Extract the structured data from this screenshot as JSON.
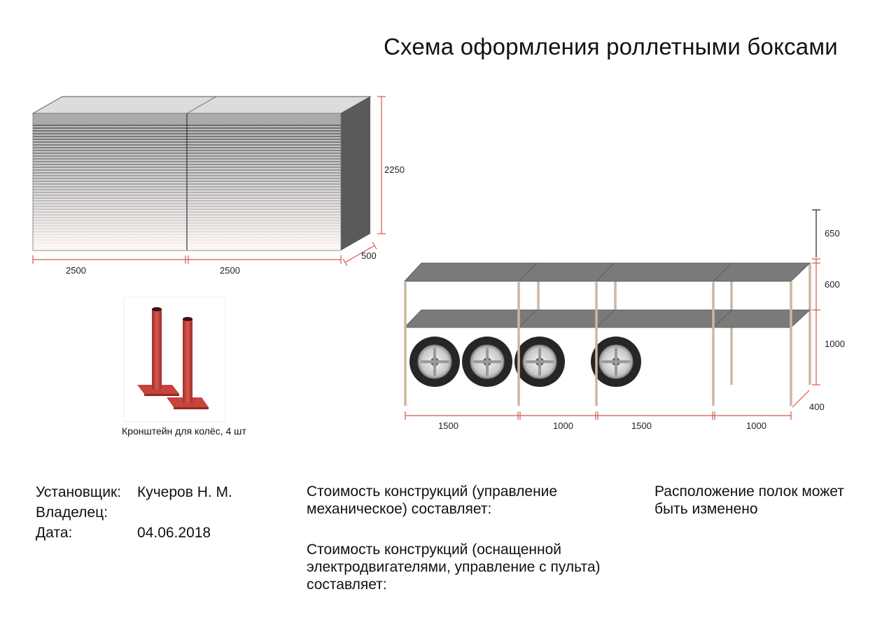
{
  "title": "Схема оформления роллетными боксами",
  "box_dimensions": {
    "height": "2250",
    "depth": "500",
    "width_left": "2500",
    "width_right": "2500"
  },
  "bracket": {
    "caption": "Кронштейн для колёс, 4 шт"
  },
  "rack_dimensions": {
    "top_gap": "650",
    "upper_shelf": "600",
    "lower_shelf": "1000",
    "depth": "400",
    "bays": [
      "1500",
      "1000",
      "1500",
      "1000"
    ]
  },
  "info": {
    "installer_label": "Установщик:",
    "installer_value": "Кучеров Н. М.",
    "owner_label": "Владелец:",
    "owner_value": "",
    "date_label": "Дата:",
    "date_value": "04.06.2018"
  },
  "cost": {
    "mechanical": "Стоимость конструкций (управление механическое) составляет:",
    "electric": "Стоимость конструкций (оснащенной электродвигателями, управление с пульта) составляет:"
  },
  "note": "Расположение полок может быть изменено",
  "colors": {
    "dimension_line": "#d9534f",
    "shelf": "#7a7a7a",
    "post": "#cdb79e",
    "bracket": "#c9423c",
    "box_side": "#5a5a5a",
    "box_top": "#dcdcdc"
  }
}
